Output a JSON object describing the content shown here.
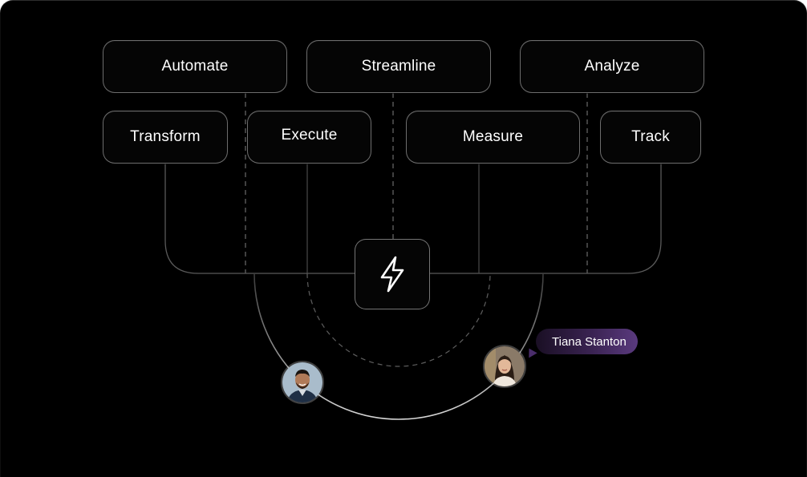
{
  "nodes": [
    {
      "id": "automate",
      "label": "Automate"
    },
    {
      "id": "streamline",
      "label": "Streamline"
    },
    {
      "id": "analyze",
      "label": "Analyze"
    },
    {
      "id": "transform",
      "label": "Transform"
    },
    {
      "id": "execute",
      "label": "Execute"
    },
    {
      "id": "measure",
      "label": "Measure"
    },
    {
      "id": "track",
      "label": "Track"
    }
  ],
  "hub": {
    "icon": "lightning-bolt-icon"
  },
  "users": [
    {
      "id": "user-1",
      "icon": "avatar-man-icon"
    },
    {
      "id": "user-2",
      "icon": "avatar-woman-icon",
      "name": "Tiana Stanton"
    }
  ],
  "colors": {
    "background": "#000000",
    "border": "#ffffff",
    "tag_gradient_start": "#1a0f24",
    "tag_gradient_end": "#5a3a7e"
  }
}
